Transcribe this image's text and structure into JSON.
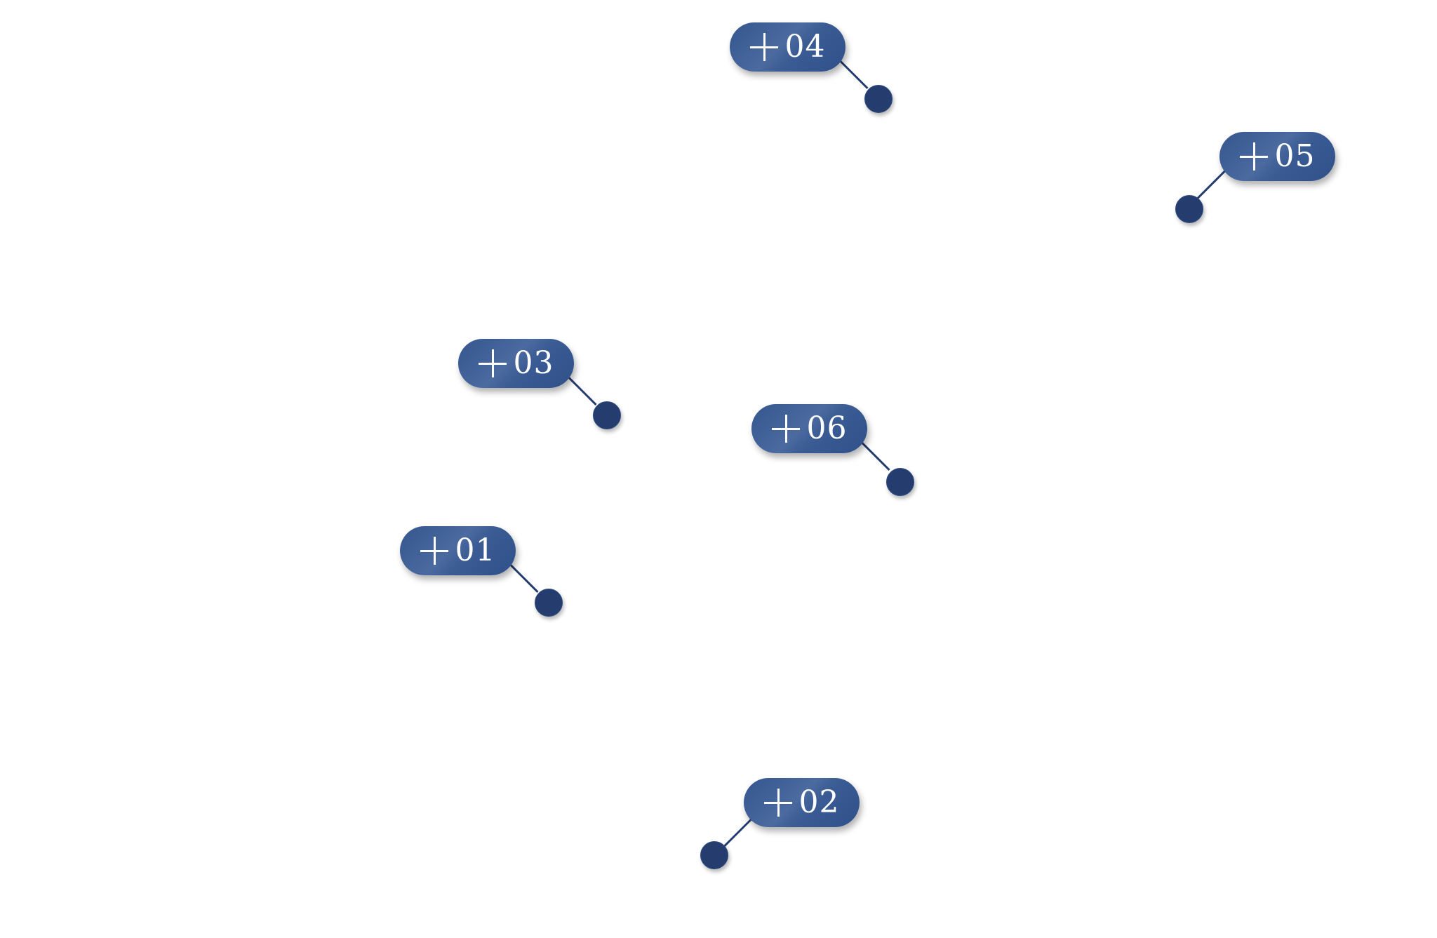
{
  "colors": {
    "pill": "#3a5b93",
    "dot": "#243d6e",
    "text": "#ffffff",
    "background": "#ffffff"
  },
  "hotspots": [
    {
      "label": "01",
      "icon": "plus-icon"
    },
    {
      "label": "02",
      "icon": "plus-icon"
    },
    {
      "label": "03",
      "icon": "plus-icon"
    },
    {
      "label": "04",
      "icon": "plus-icon"
    },
    {
      "label": "05",
      "icon": "plus-icon"
    },
    {
      "label": "06",
      "icon": "plus-icon"
    }
  ]
}
